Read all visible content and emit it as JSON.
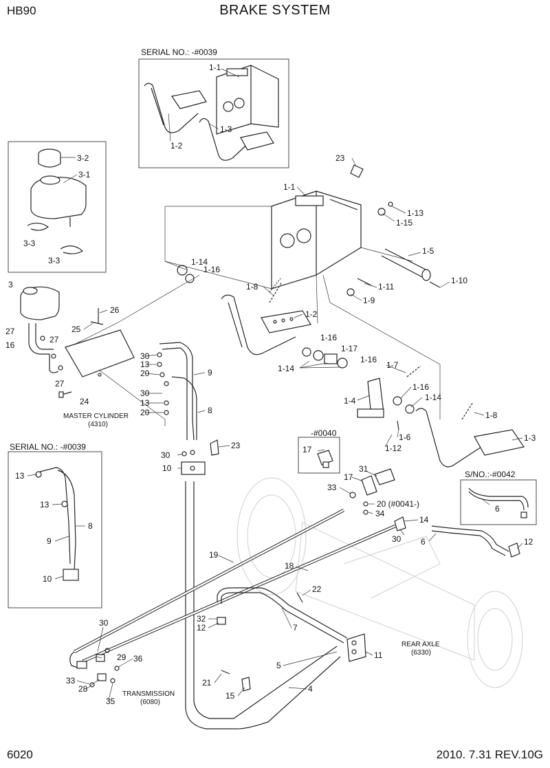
{
  "header": {
    "model": "HB90",
    "title": "BRAKE SYSTEM"
  },
  "footer": {
    "page": "6020",
    "revision": "2010. 7.31  REV.10G"
  },
  "notes": {
    "serial_top": "SERIAL NO.: -#0039",
    "serial_left": "SERIAL NO.: -#0039",
    "serial_0040": "-#0040",
    "serial_0042": "S/NO.:-#0042",
    "master_cylinder": "MASTER CYLINDER",
    "master_cylinder_ref": "(4310)",
    "rear_axle": "REAR AXLE",
    "rear_axle_ref": "(6330)",
    "transmission": "TRANSMISSION",
    "transmission_ref": "(6080)"
  },
  "callouts": {
    "c1_1a": "1-1",
    "c1_2a": "1-2",
    "c1_3a": "1-3",
    "c3_2": "3-2",
    "c3_1": "3-1",
    "c3_3a": "3-3",
    "c3_3b": "3-3",
    "c23a": "23",
    "c1_1b": "1-1",
    "c1_13": "1-13",
    "c1_15": "1-15",
    "c1_5": "1-5",
    "c1_10": "1-10",
    "c1_11": "1-11",
    "c1_9": "1-9",
    "c1_14a": "1-14",
    "c1_16a": "1-16",
    "c1_8a": "1-8",
    "c1_2b": "1-2",
    "c3": "3",
    "c26": "26",
    "c25": "25",
    "c27a": "27",
    "c27b": "27",
    "c27c": "27",
    "c16": "16",
    "c24": "24",
    "c30a": "30",
    "c13a": "13",
    "c20a": "20",
    "c30b": "30",
    "c13b": "13",
    "c20b": "20",
    "c9a": "9",
    "c8a": "8",
    "c1_16b": "1-16",
    "c1_17": "1-17",
    "c1_16c": "1-16",
    "c1_14b": "1-14",
    "c1_7": "1-7",
    "c1_4": "1-4",
    "c1_16d": "1-16",
    "c1_14c": "1-14",
    "c1_8b": "1-8",
    "c1_6": "1-6",
    "c1_12": "1-12",
    "c1_3b": "1-3",
    "c30c": "30",
    "c23b": "23",
    "c10a": "10",
    "c17a": "17",
    "c17b": "17",
    "c31": "31",
    "c33a": "33",
    "c20_0041": "20 (#0041-)",
    "c34": "34",
    "c6a": "6",
    "c14": "14",
    "c6b": "6",
    "c12a": "12",
    "c30d": "30",
    "c13c": "13",
    "c13d": "13",
    "c9b": "9",
    "c8b": "8",
    "c10b": "10",
    "c19": "19",
    "c18": "18",
    "c22": "22",
    "c32": "32",
    "c12b": "12",
    "c7": "7",
    "c30e": "30",
    "c29": "29",
    "c36": "36",
    "c33b": "33",
    "c28": "28",
    "c35": "35",
    "c11": "11",
    "c5": "5",
    "c21": "21",
    "c15": "15",
    "c4": "4"
  }
}
